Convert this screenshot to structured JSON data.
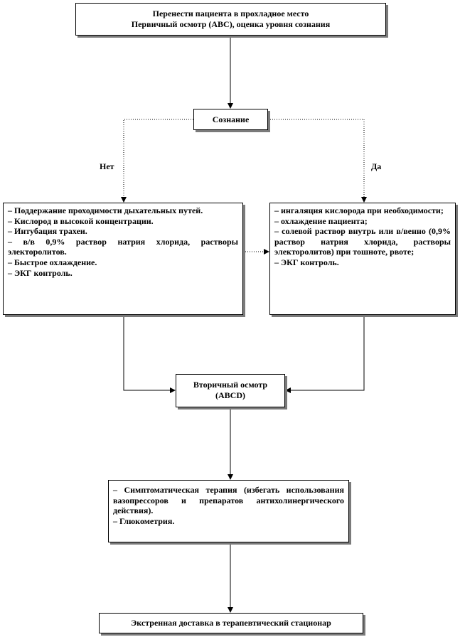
{
  "nodes": {
    "start": {
      "line1": "Перенести пациента в прохладное место",
      "line2": "Первичный осмотр (ABC), оценка уровня сознания"
    },
    "consciousness": {
      "label": "Сознание"
    },
    "branch_no": {
      "label": "Нет"
    },
    "branch_yes": {
      "label": "Да"
    },
    "left_actions": {
      "items": [
        "– Поддержание проходимости дыхательных путей.",
        "– Кислород в высокой концентрации.",
        "– Интубация трахеи.",
        "– в/в 0,9% раствор натрия хлорида, растворы электоролитов.",
        "– Быстрое охлаждение.",
        "– ЭКГ контроль."
      ]
    },
    "right_actions": {
      "items": [
        "– ингаляция кислорода при необходимости;",
        "– охлаждение пациента;",
        "– солевой раствор внутрь или в/венно (0,9% раствор натрия хлорида, растворы электоролитов) при тошноте, рвоте;",
        "– ЭКГ контроль."
      ]
    },
    "secondary": {
      "line1": "Вторичный осмотр",
      "line2": "(ABCD)"
    },
    "therapy": {
      "items": [
        "– Симптоматическая терапия (избегать использования вазопрессоров и препаратов антихолинергического действия).",
        "– Глюкометрия."
      ]
    },
    "delivery": {
      "label": "Экстренная доставка в терапевтический стационар"
    }
  }
}
